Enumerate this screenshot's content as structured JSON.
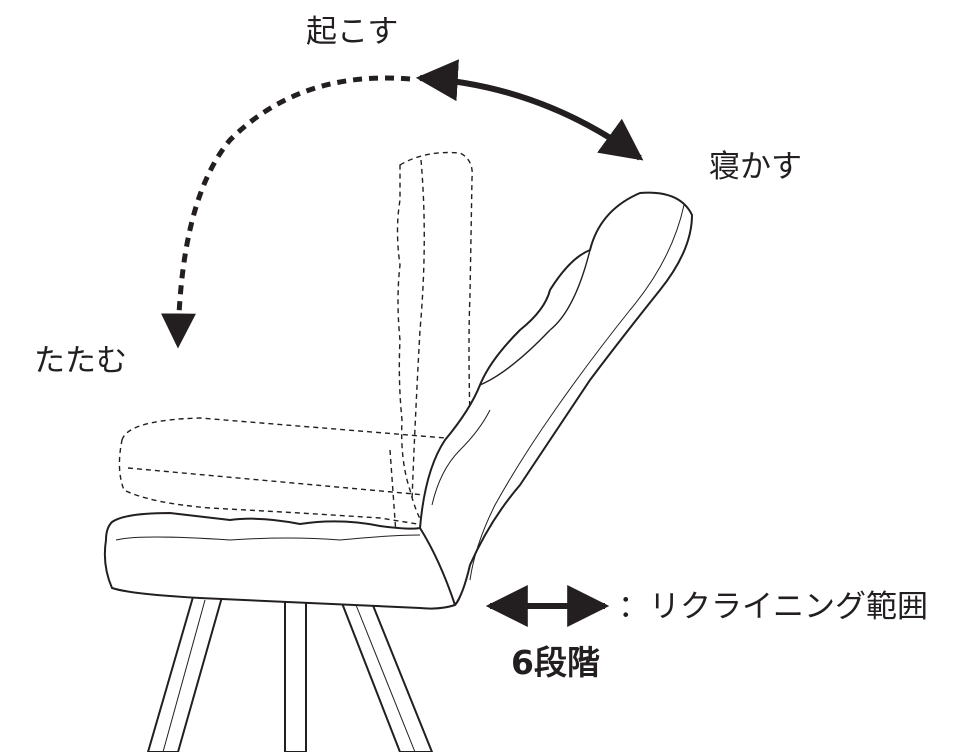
{
  "labels": {
    "raise": "起こす",
    "recline": "寝かす",
    "fold": "たたむ",
    "recline_range": "：リクライニング範囲",
    "steps": "6段階"
  },
  "colors": {
    "line": "#231f20",
    "background": "#ffffff"
  }
}
